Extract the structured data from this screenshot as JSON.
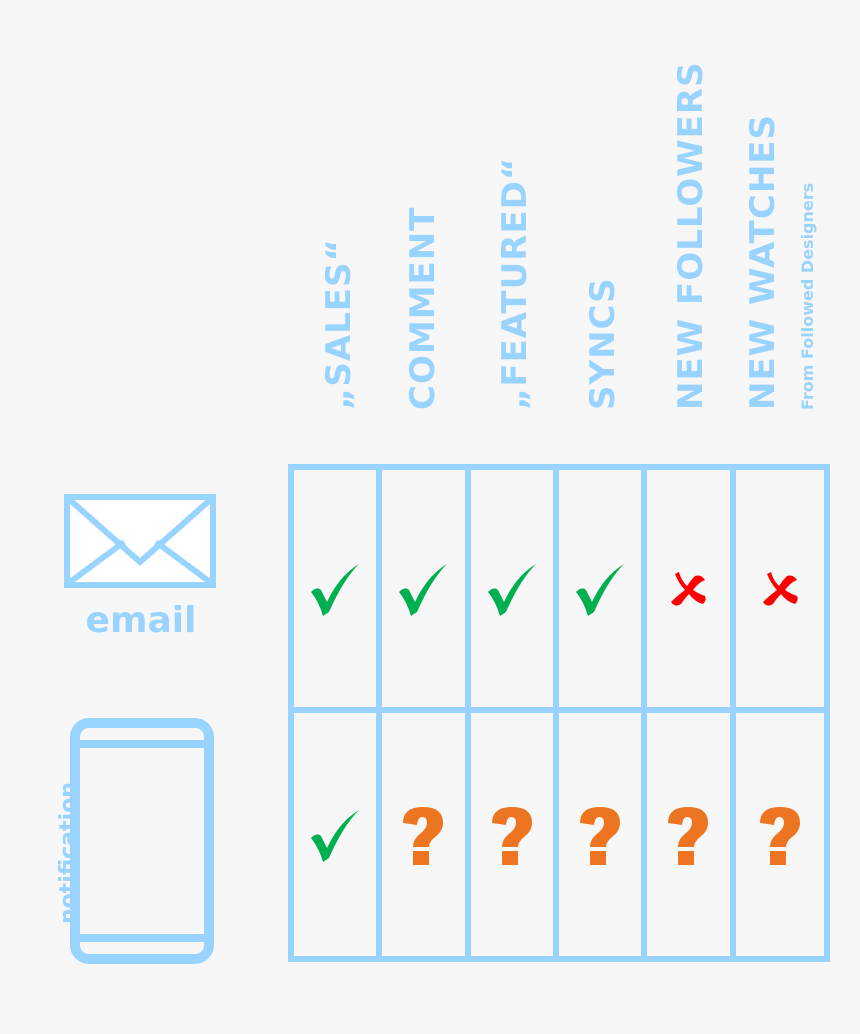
{
  "columns": [
    {
      "label": "„SALES“"
    },
    {
      "label": "COMMENT"
    },
    {
      "label": "„FEATURED“"
    },
    {
      "label": "SYNCS"
    },
    {
      "label": "NEW FOLLOWERS"
    },
    {
      "label": "NEW WATCHES",
      "sublabel": "From Followed Designers"
    }
  ],
  "rows": [
    {
      "label": "email",
      "icon": "envelope-icon",
      "values": [
        "yes",
        "yes",
        "yes",
        "yes",
        "no",
        "no"
      ]
    },
    {
      "label": "notification",
      "icon": "smartphone-icon",
      "values": [
        "yes",
        "unknown",
        "unknown",
        "unknown",
        "unknown",
        "unknown"
      ]
    }
  ],
  "legend_colors": {
    "yes": "#00b050",
    "no": "#ff0000",
    "unknown": "#ed7522",
    "line": "#99d3ff",
    "background": "#f7f7f7"
  },
  "symbols": {
    "yes": "✓",
    "no": "✗",
    "unknown": "?"
  }
}
